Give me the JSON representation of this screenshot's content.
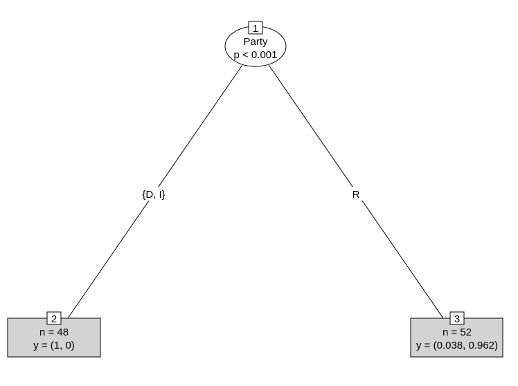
{
  "tree": {
    "root": {
      "id": "1",
      "variable": "Party",
      "pvalue": "p < 0.001"
    },
    "edges": {
      "left": "{D, I}",
      "right": "R"
    },
    "leaves": [
      {
        "id": "2",
        "n": "n = 48",
        "y": "y = (1, 0)"
      },
      {
        "id": "3",
        "n": "n = 52",
        "y": "y = (0.038, 0.962)"
      }
    ]
  },
  "colors": {
    "background": "#ffffff",
    "leaf_fill": "#d3d3d3",
    "stroke": "#000000"
  }
}
